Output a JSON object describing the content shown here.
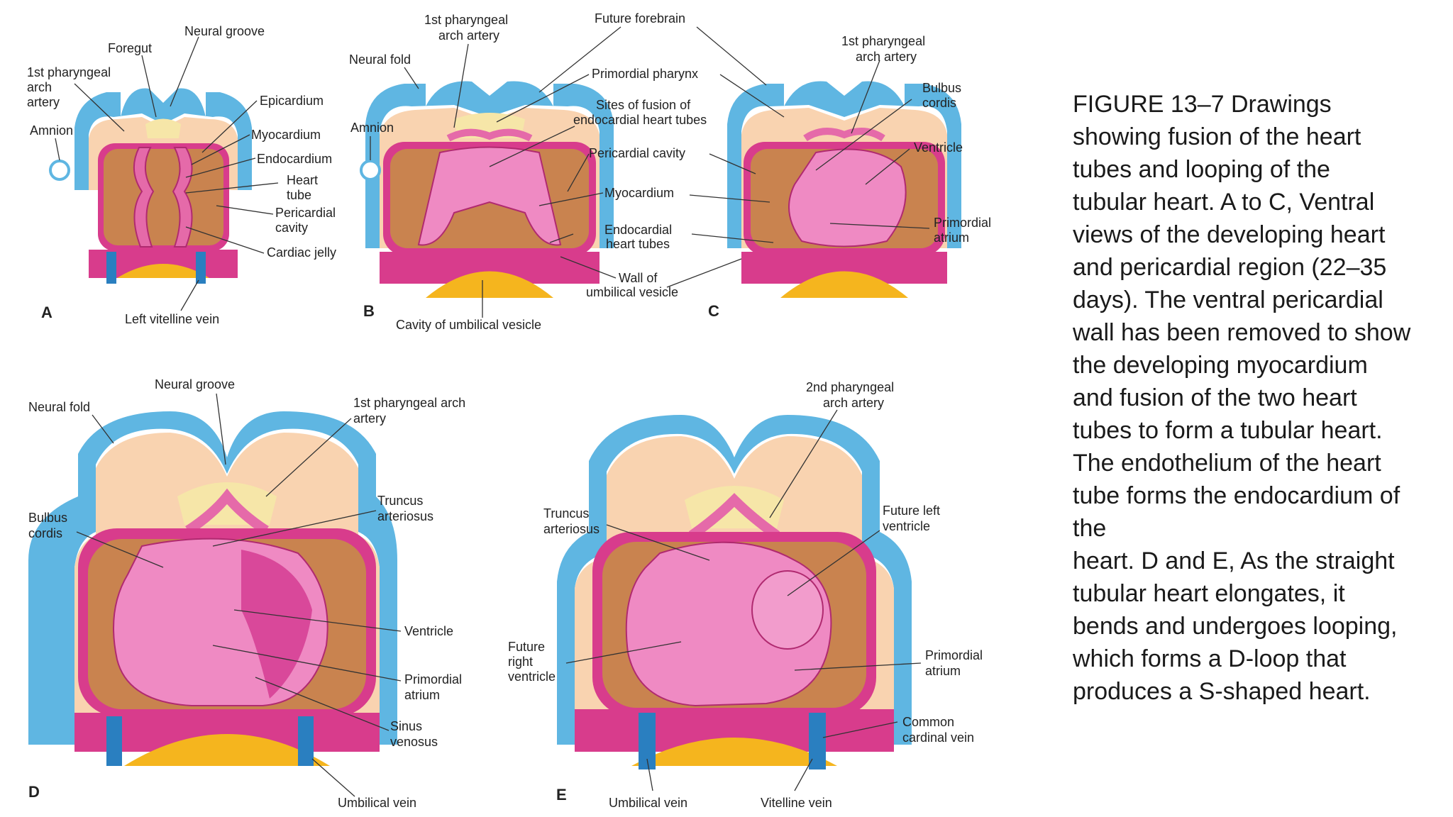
{
  "colors": {
    "ectoderm_blue": "#5fb6e2",
    "tissue_peach": "#f9d3b0",
    "myocardium_magenta": "#d83c8c",
    "heart_pink": "#ef8ac3",
    "cavity_brown": "#b86b3e",
    "yolk_yellow": "#f5b51e",
    "vein_blue": "#2a7fc0",
    "notochord_cream": "#f6e6a8"
  },
  "panels": {
    "A": {
      "letter": "A",
      "labels": {
        "neural_groove": "Neural groove",
        "foregut": "Foregut",
        "pharyngeal_artery_1": "1st pharyngeal",
        "pharyngeal_artery_2": "arch",
        "pharyngeal_artery_3": "artery",
        "amnion": "Amnion",
        "epicardium": "Epicardium",
        "myocardium": "Myocardium",
        "endocardium": "Endocardium",
        "heart_tube_1": "Heart",
        "heart_tube_2": "tube",
        "pericardial_cavity_1": "Pericardial",
        "pericardial_cavity_2": "cavity",
        "cardiac_jelly": "Cardiac jelly",
        "left_vitelline_vein": "Left vitelline vein"
      }
    },
    "B": {
      "letter": "B",
      "labels": {
        "pharyngeal_artery_1": "1st pharyngeal",
        "pharyngeal_artery_2": "arch artery",
        "future_forebrain": "Future forebrain",
        "neural_fold": "Neural fold",
        "primordial_pharynx": "Primordial pharynx",
        "amnion": "Amnion",
        "fusion_sites_1": "Sites of fusion of",
        "fusion_sites_2": "endocardial heart tubes",
        "pericardial_cavity": "Pericardial cavity",
        "myocardium": "Myocardium",
        "endocardial_tubes_1": "Endocardial",
        "endocardial_tubes_2": "heart tubes",
        "wall_umbilical_1": "Wall of",
        "wall_umbilical_2": "umbilical vesicle",
        "cavity_umbilical": "Cavity of umbilical vesicle"
      }
    },
    "C": {
      "letter": "C",
      "labels": {
        "pharyngeal_artery_1": "1st pharyngeal",
        "pharyngeal_artery_2": "arch artery",
        "bulbus_cordis_1": "Bulbus",
        "bulbus_cordis_2": "cordis",
        "ventricle": "Ventricle",
        "primordial_atrium_1": "Primordial",
        "primordial_atrium_2": "atrium"
      }
    },
    "D": {
      "letter": "D",
      "labels": {
        "neural_groove": "Neural groove",
        "neural_fold": "Neural fold",
        "pharyngeal_arch_artery_1": "1st pharyngeal arch",
        "pharyngeal_arch_artery_2": "artery",
        "truncus_1": "Truncus",
        "truncus_2": "arteriosus",
        "bulbus_cordis_1": "Bulbus",
        "bulbus_cordis_2": "cordis",
        "ventricle": "Ventricle",
        "primordial_atrium_1": "Primordial",
        "primordial_atrium_2": "atrium",
        "sinus_venosus_1": "Sinus",
        "sinus_venosus_2": "venosus",
        "umbilical_vein": "Umbilical vein"
      }
    },
    "E": {
      "letter": "E",
      "labels": {
        "pharyngeal_artery_2nd_1": "2nd pharyngeal",
        "pharyngeal_artery_2nd_2": "arch artery",
        "truncus_1": "Truncus",
        "truncus_2": "arteriosus",
        "future_left_ventricle_1": "Future left",
        "future_left_ventricle_2": "ventricle",
        "future_right_ventricle_1": "Future",
        "future_right_ventricle_2": "right",
        "future_right_ventricle_3": "ventricle",
        "primordial_atrium_1": "Primordial",
        "primordial_atrium_2": "atrium",
        "common_cardinal_1": "Common",
        "common_cardinal_2": "cardinal vein",
        "umbilical_vein": "Umbilical vein",
        "vitelline_vein": "Vitelline vein"
      }
    }
  },
  "caption": {
    "lines": [
      "FIGURE 13–7 Drawings",
      "showing fusion of the heart",
      "tubes and looping of the",
      "tubular heart. A to C, Ventral",
      "views of the developing heart",
      "and pericardial region (22–35",
      "days). The ventral pericardial",
      "wall has been removed to show",
      "the developing myocardium",
      "and fusion of the two heart",
      "tubes to form a tubular heart.",
      "The endothelium of the heart",
      "tube forms the endocardium of",
      "the",
      "heart. D and E, As the straight",
      "tubular heart elongates, it",
      "bends and undergoes looping,",
      "which forms a D-loop that",
      "produces a S-shaped heart."
    ]
  }
}
